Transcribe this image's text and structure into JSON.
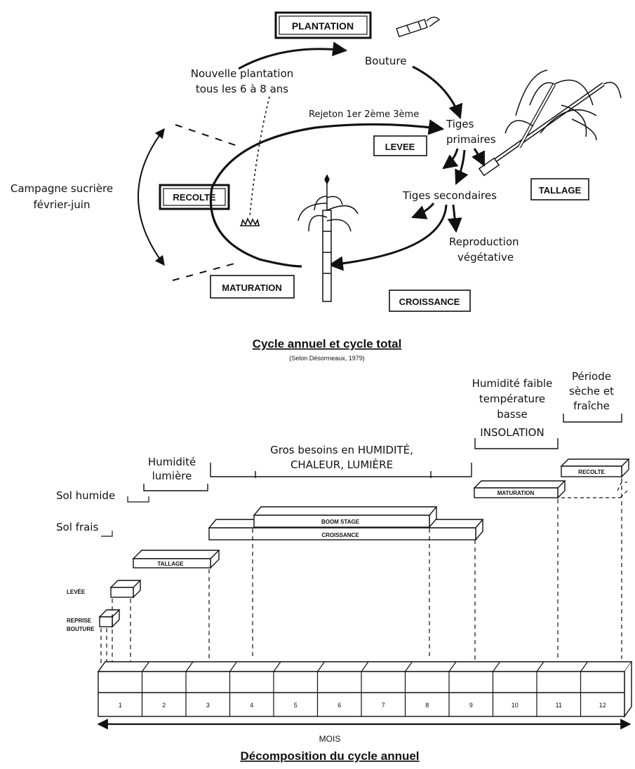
{
  "top": {
    "phases": {
      "plantation": "PLANTATION",
      "levee": "LEVEE",
      "tallage": "TALLAGE",
      "recolte": "RECOLTE",
      "maturation": "MATURATION",
      "croissance": "CROISSANCE"
    },
    "labels": {
      "bouture": "Bouture",
      "nouvelle_1": "Nouvelle plantation",
      "nouvelle_2": "tous les 6 à 8 ans",
      "rejeton": "Rejeton 1er   2ème   3ème",
      "tiges_primaires_1": "Tiges",
      "tiges_primaires_2": "primaires",
      "tiges_secondaires": "Tiges secondaires",
      "reproduction_1": "Reproduction",
      "reproduction_2": "végétative",
      "campagne_1": "Campagne sucrière",
      "campagne_2": "février-juin"
    },
    "title": "Cycle annuel et cycle total",
    "source": "(Selon Désormeaux, 1979)"
  },
  "bottom": {
    "conditions": {
      "periode_1": "Période",
      "periode_2": "sèche et",
      "periode_3": "fraîche",
      "hum_faible_1": "Humidité faible",
      "hum_faible_2": "température",
      "hum_faible_3": "basse",
      "hum_faible_4": "INSOLATION",
      "gros_1": "Gros besoins en HUMIDITÉ,",
      "gros_2": "CHALEUR, LUMIÈRE",
      "hum_lum_1": "Humidité",
      "hum_lum_2": "lumière",
      "sol_humide": "Sol humide",
      "sol_frais": "Sol frais"
    },
    "stages": {
      "recolte": "RECOLTE",
      "maturation": "MATURATION",
      "boom_stage": "BOOM   STAGE",
      "croissance": "CROISSANCE",
      "tallage": "TALLAGE",
      "levee": "LEVÉE",
      "reprise_1": "REPRISE",
      "reprise_2": "BOUTURE"
    },
    "months": [
      "1",
      "2",
      "3",
      "4",
      "5",
      "6",
      "7",
      "8",
      "9",
      "10",
      "11",
      "12"
    ],
    "axis_label": "MOIS",
    "title": "Décomposition du cycle annuel"
  }
}
